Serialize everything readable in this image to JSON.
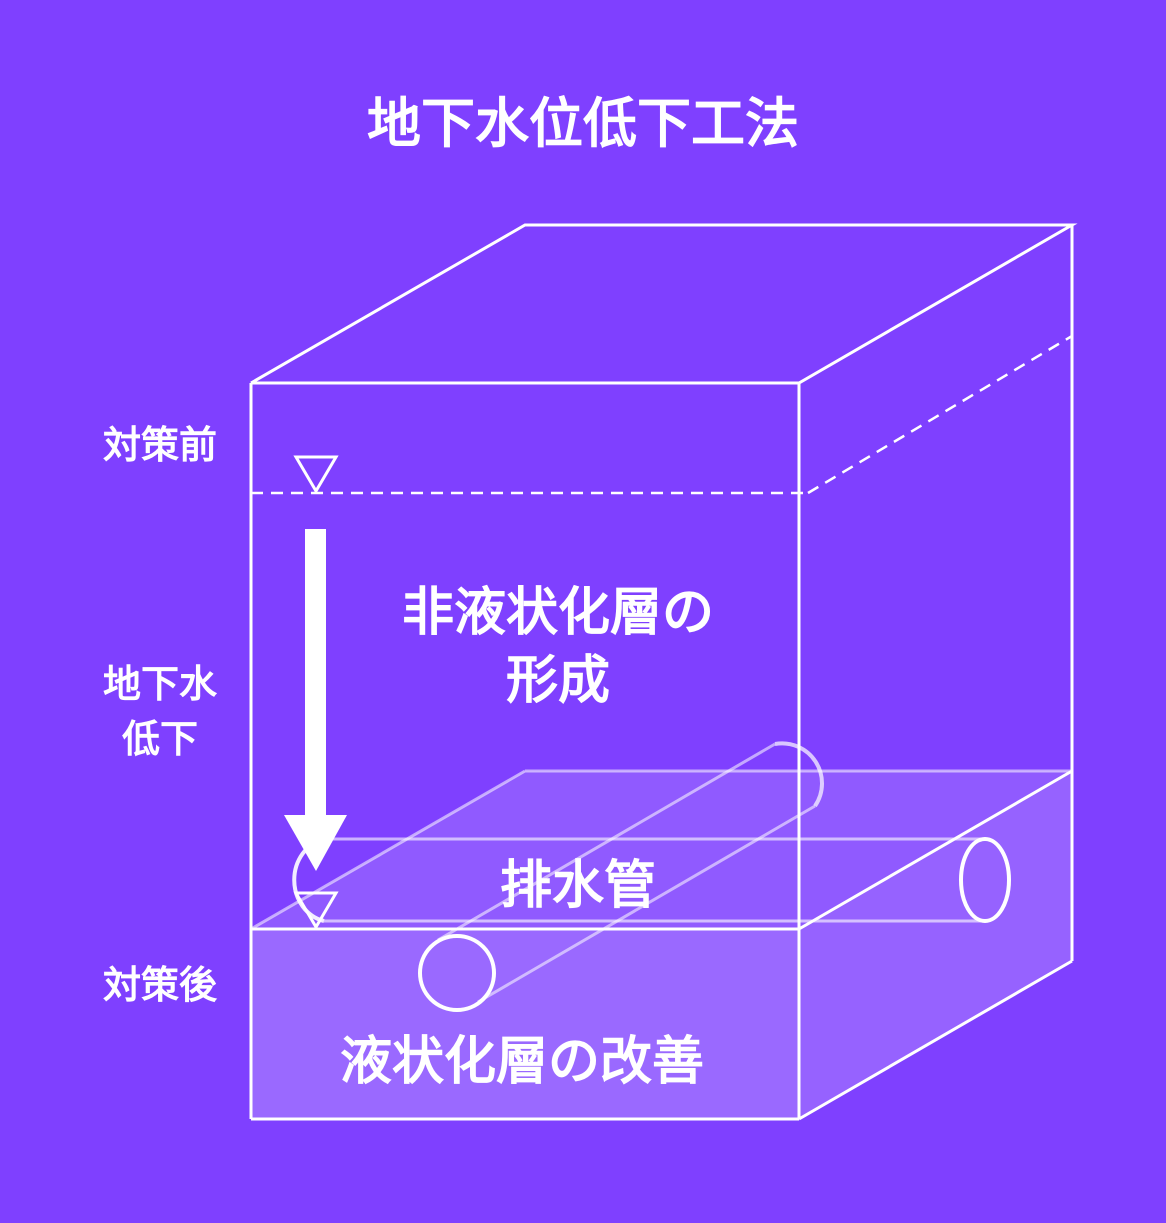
{
  "title": "地下水位低下工法",
  "labels": {
    "before": "対策前",
    "lowering_line1": "地下水",
    "lowering_line2": "低下",
    "after": "対策後",
    "nonliquefied_line1": "非液状化層の",
    "nonliquefied_line2": "形成",
    "drain_pipe": "排水管",
    "improvement": "液状化層の改善"
  },
  "colors": {
    "background": "#7f40ff",
    "line": "#ffffff",
    "lower_layer_fill": "#9a69ff"
  }
}
